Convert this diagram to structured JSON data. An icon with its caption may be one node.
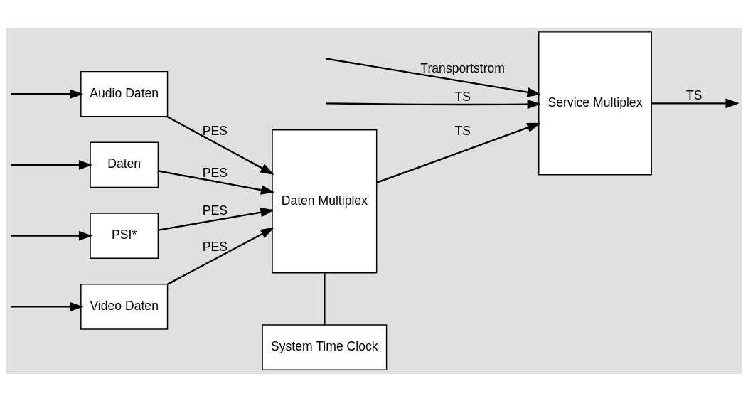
{
  "diagram": {
    "nodes": [
      {
        "text": [
          "Video Daten"
        ]
      },
      {
        "text": [
          "Audio Daten"
        ]
      },
      {
        "text": [
          "Daten"
        ]
      },
      {
        "text": [
          "PSI*"
        ]
      },
      {
        "text": [
          "Daten Multiplex"
        ]
      },
      {
        "text": [
          "System Time Clock"
        ]
      },
      {
        "text": [
          "Service Multiplex"
        ]
      }
    ],
    "edges": [
      {
        "from": null,
        "to": 0,
        "arrow": "to"
      },
      {
        "from": null,
        "to": 1,
        "arrow": "to"
      },
      {
        "from": null,
        "to": 2,
        "arrow": "to"
      },
      {
        "from": null,
        "to": 3,
        "arrow": "to"
      },
      {
        "from": 0,
        "to": 4,
        "arrow": "to",
        "label": "PES"
      },
      {
        "from": 1,
        "to": 4,
        "arrow": "to",
        "label": "PES"
      },
      {
        "from": 2,
        "to": 4,
        "arrow": "to",
        "label": "PES"
      },
      {
        "from": 3,
        "to": 4,
        "arrow": "to",
        "label": "PES"
      },
      {
        "from": 4,
        "to": 5,
        "arrow": "none"
      },
      {
        "from": 4,
        "to": 6,
        "arrow": "to",
        "label": "TS"
      },
      {
        "from": null,
        "to": 6,
        "arrow": "to",
        "label": "Transportstrom"
      },
      {
        "from": null,
        "to": 6,
        "arrow": "to",
        "label": "TS"
      },
      {
        "from": 6,
        "to": null,
        "arrow": "to",
        "label": "TS"
      }
    ]
  }
}
